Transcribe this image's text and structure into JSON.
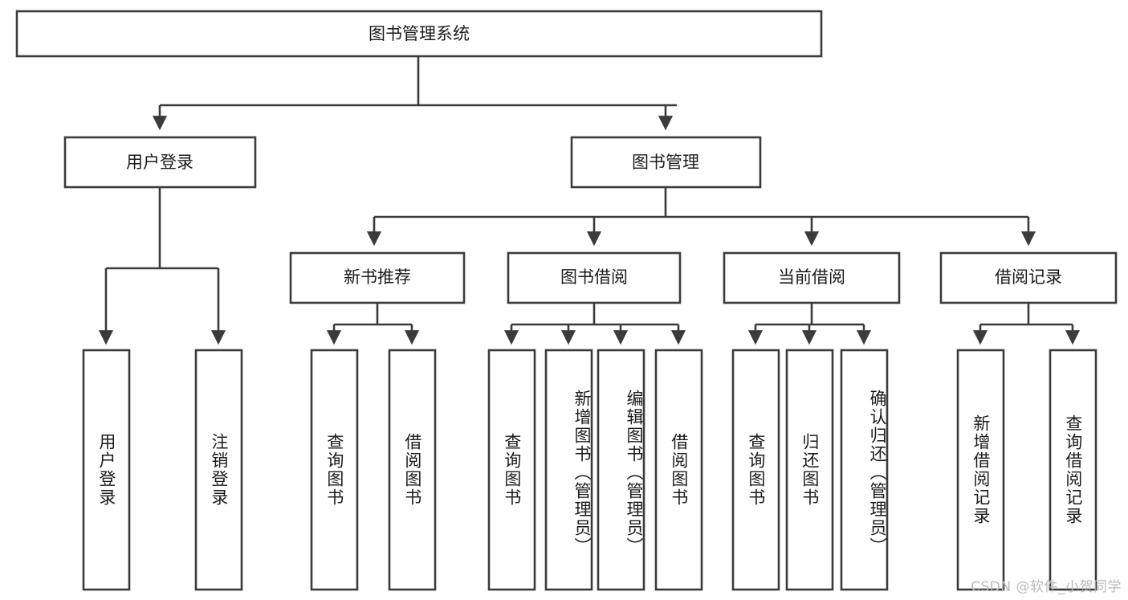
{
  "diagram": {
    "type": "tree",
    "title": "图书管理系统",
    "watermark": "CSDN @软件_小贺同学",
    "colors": {
      "box_stroke": "#3b3b3b",
      "box_fill": "#ffffff",
      "text": "#1b1b1b",
      "background": "#ffffff",
      "watermark": "#b9b9b9"
    },
    "levels": {
      "root": {
        "label": "图书管理系统"
      },
      "level2": [
        {
          "label": "用户登录"
        },
        {
          "label": "图书管理"
        }
      ],
      "level3": [
        {
          "label": "新书推荐"
        },
        {
          "label": "图书借阅"
        },
        {
          "label": "当前借阅"
        },
        {
          "label": "借阅记录"
        }
      ],
      "leaves": [
        {
          "label": "用户登录",
          "parent": "用户登录"
        },
        {
          "label": "注销登录",
          "parent": "用户登录"
        },
        {
          "label": "查询图书",
          "parent": "新书推荐"
        },
        {
          "label": "借阅图书",
          "parent": "新书推荐"
        },
        {
          "label": "查询图书",
          "parent": "图书借阅"
        },
        {
          "label": "新增图书（管理员）",
          "parent": "图书借阅"
        },
        {
          "label": "编辑图书（管理员）",
          "parent": "图书借阅"
        },
        {
          "label": "借阅图书",
          "parent": "图书借阅"
        },
        {
          "label": "查询图书",
          "parent": "当前借阅"
        },
        {
          "label": "归还图书",
          "parent": "当前借阅"
        },
        {
          "label": "确认归还（管理员）",
          "parent": "当前借阅"
        },
        {
          "label": "新增借阅记录",
          "parent": "借阅记录"
        },
        {
          "label": "查询借阅记录",
          "parent": "借阅记录"
        }
      ]
    }
  }
}
